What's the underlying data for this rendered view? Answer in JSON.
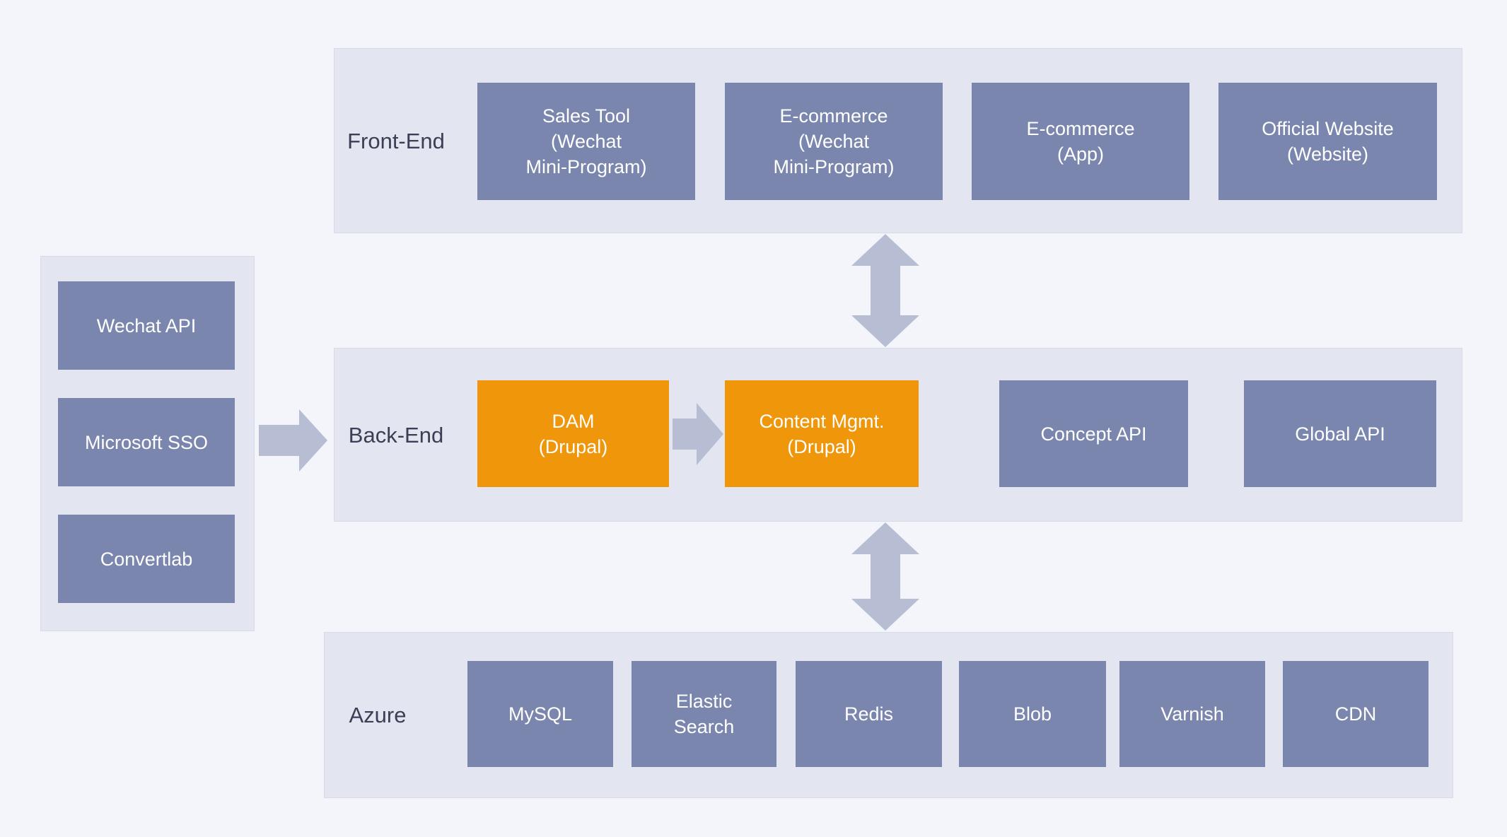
{
  "diagram": {
    "colors": {
      "background": "#f4f5fa",
      "layer_panel": "#e3e6f0",
      "node_blue": "#7a86ae",
      "node_orange": "#f0960a",
      "arrow": "#b7bed4",
      "layer_label_text": "#3a3f55",
      "node_text": "#ffffff"
    },
    "left_panel": {
      "items": [
        {
          "label": "Wechat API"
        },
        {
          "label": "Microsoft SSO"
        },
        {
          "label": "Convertlab"
        }
      ]
    },
    "front_end": {
      "label": "Front-End",
      "items": [
        {
          "label": "Sales Tool\n(Wechat\nMini-Program)"
        },
        {
          "label": "E-commerce\n(Wechat\nMini-Program)"
        },
        {
          "label": "E-commerce\n(App)"
        },
        {
          "label": "Official Website\n(Website)"
        }
      ]
    },
    "back_end": {
      "label": "Back-End",
      "items": [
        {
          "label": "DAM\n(Drupal)"
        },
        {
          "label": "Content Mgmt.\n(Drupal)"
        },
        {
          "label": "Concept API"
        },
        {
          "label": "Global API"
        }
      ]
    },
    "azure": {
      "label": "Azure",
      "items": [
        {
          "label": "MySQL"
        },
        {
          "label": "Elastic\nSearch"
        },
        {
          "label": "Redis"
        },
        {
          "label": "Blob"
        },
        {
          "label": "Varnish"
        },
        {
          "label": "CDN"
        }
      ]
    }
  }
}
